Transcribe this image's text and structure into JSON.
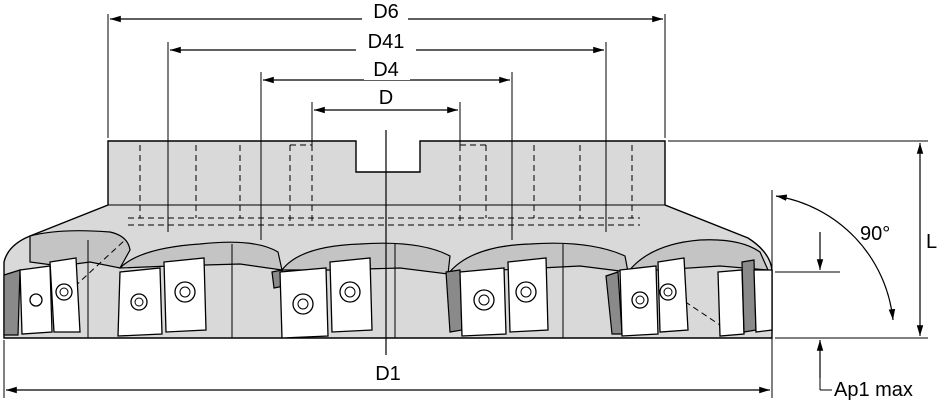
{
  "labels": {
    "d6": "D6",
    "d41": "D41",
    "d4": "D4",
    "d": "D",
    "d1": "D1",
    "angle": "90°",
    "length": "L",
    "ap1max": "Ap1 max"
  }
}
